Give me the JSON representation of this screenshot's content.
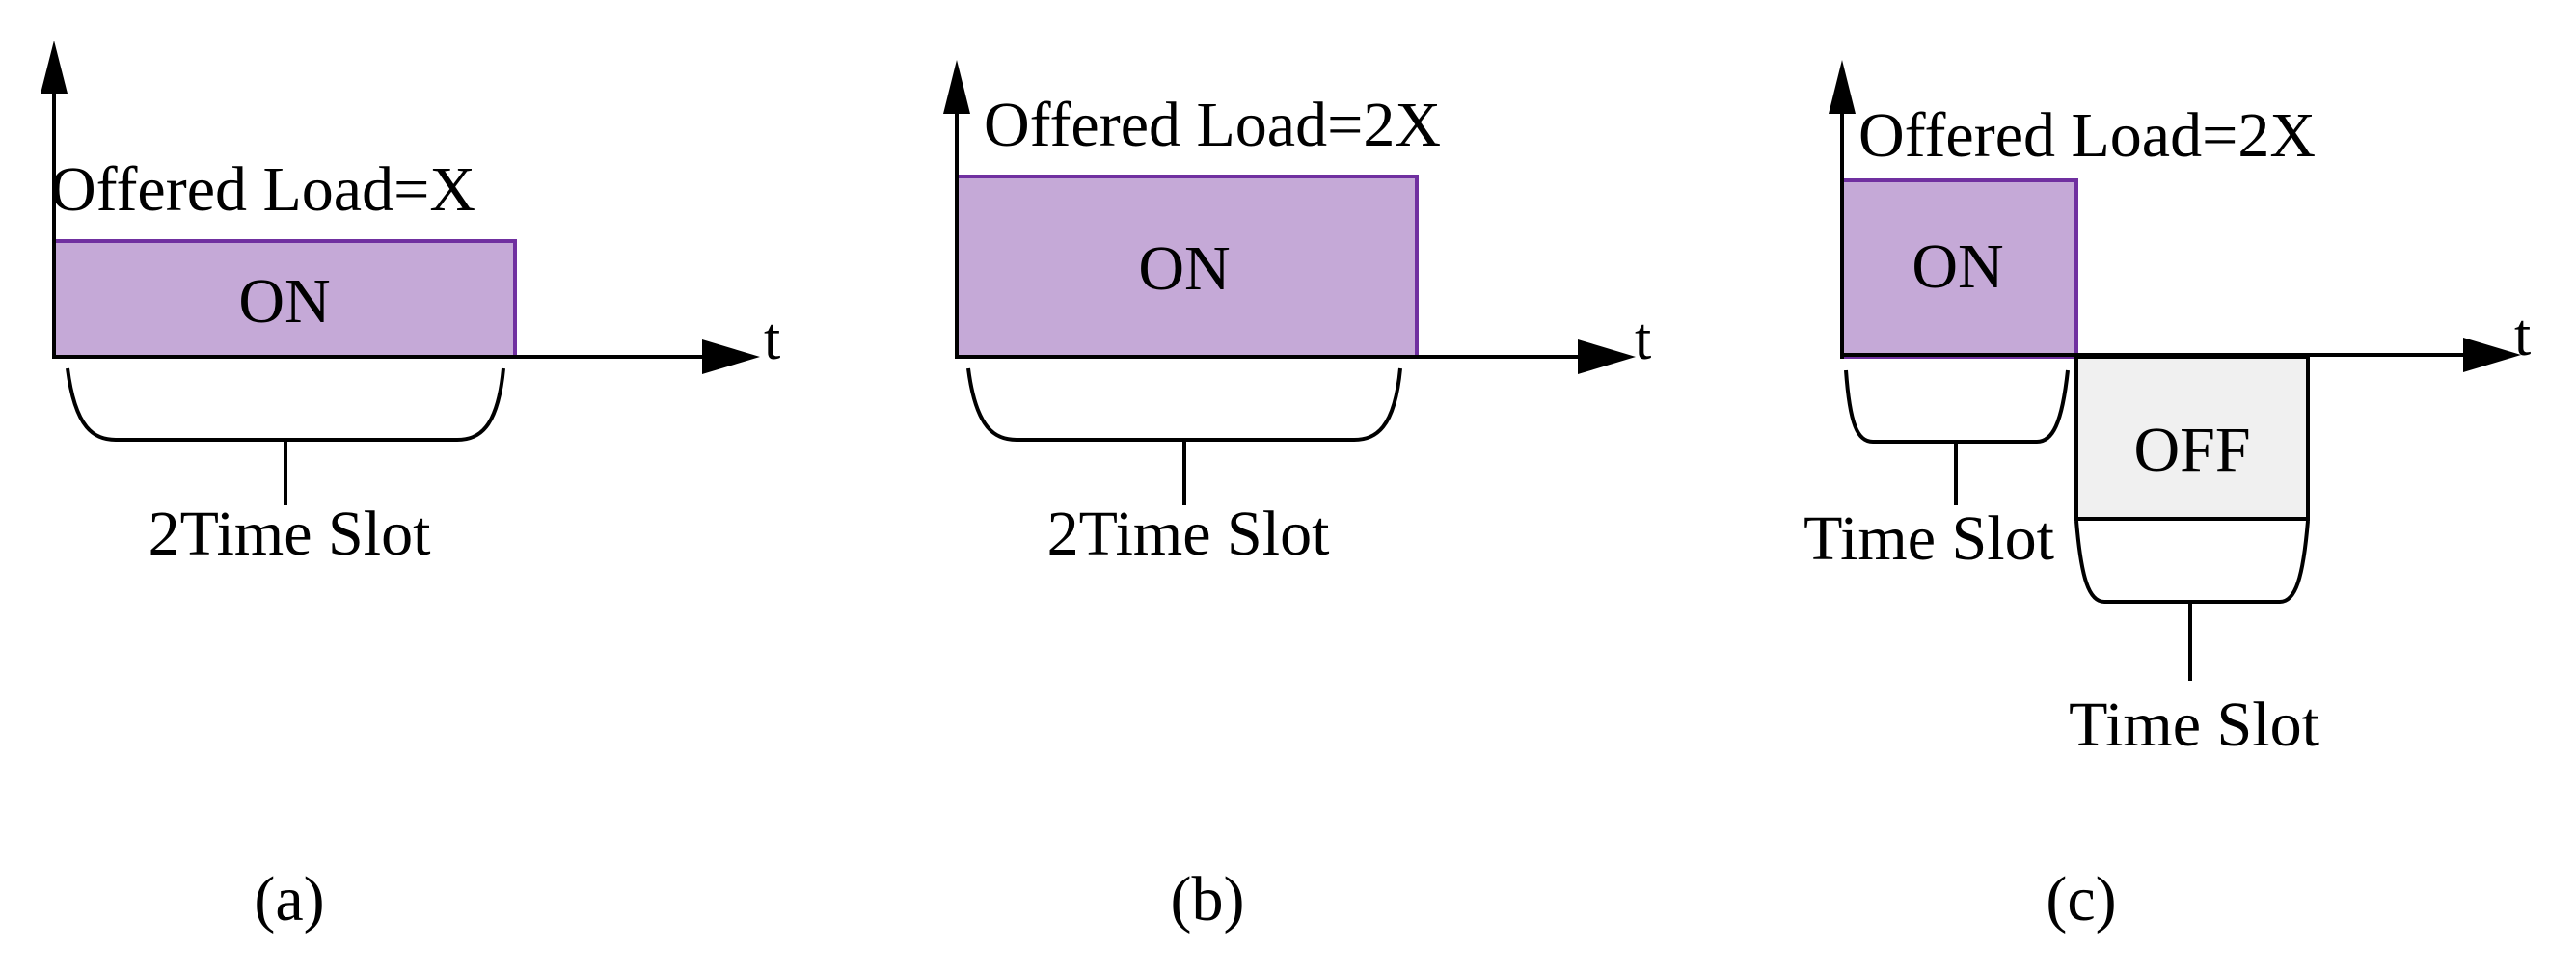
{
  "colors": {
    "line": "#000000",
    "on_fill": "#c5a9d7",
    "on_stroke": "#7030a0",
    "off_fill": "#f0f0f0",
    "off_stroke": "#000000"
  },
  "panels": {
    "a": {
      "load_label": "Offered Load=X",
      "on_label": "ON",
      "axis_label": "t",
      "duration_label": "2Time Slot",
      "caption": "(a)"
    },
    "b": {
      "load_label": "Offered Load=2X",
      "on_label": "ON",
      "axis_label": "t",
      "duration_label": "2Time Slot",
      "caption": "(b)"
    },
    "c": {
      "load_label": "Offered Load=2X",
      "on_label": "ON",
      "off_label": "OFF",
      "axis_label": "t",
      "on_duration_label": "Time Slot",
      "off_duration_label": "Time Slot",
      "caption": "(c)"
    }
  }
}
